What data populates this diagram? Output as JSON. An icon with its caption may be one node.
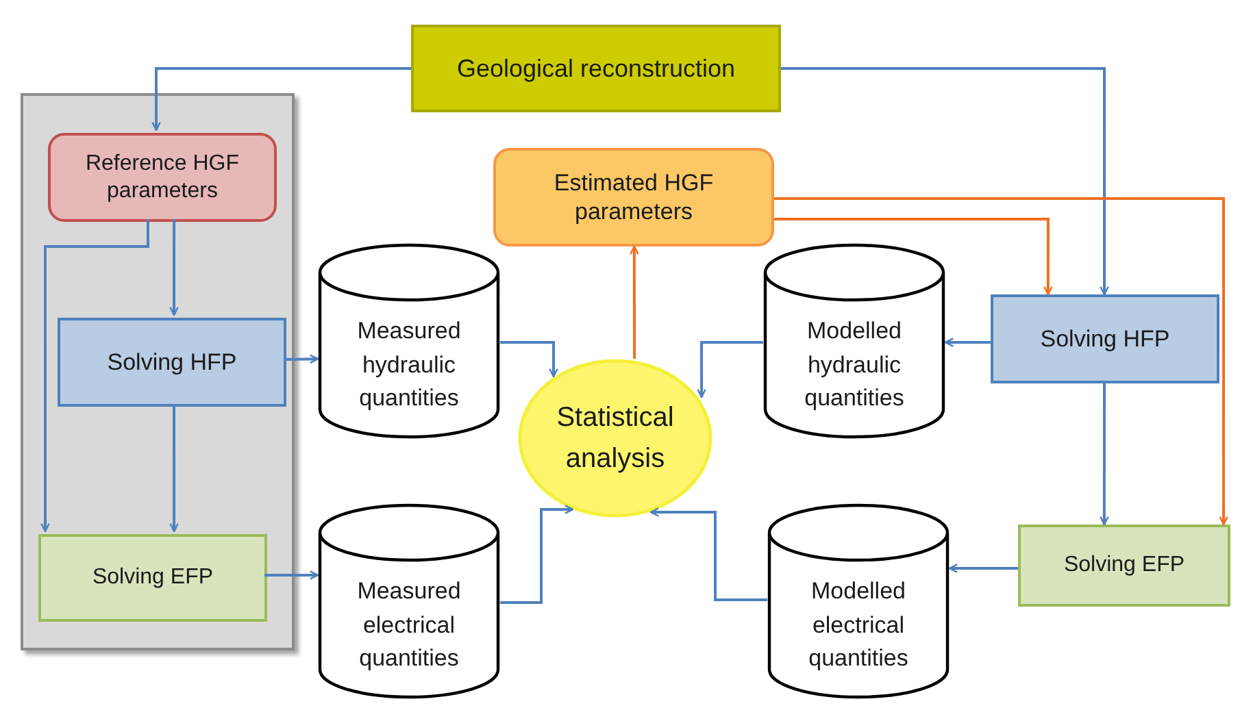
{
  "diagram": {
    "nodes": [
      {
        "text": [
          "Geological reconstruction"
        ]
      },
      {
        "text": [],
        "shape": "box"
      },
      {
        "text": [
          "Reference HGF parameters"
        ],
        "in": 1
      },
      {
        "text": [
          "Solving HFP"
        ],
        "in": 1
      },
      {
        "text": [
          "Solving EFP"
        ],
        "in": 1
      },
      {
        "text": [
          "Estimated  HGF parameters"
        ]
      },
      {
        "text": [
          "Measured hydraulic quantities"
        ]
      },
      {
        "text": [
          "Statistical analysis"
        ]
      },
      {
        "text": [
          "Modelled hydraulic quantities"
        ]
      },
      {
        "text": [
          "Solving HFP"
        ]
      },
      {
        "text": [
          "Measured electrical quantities"
        ]
      },
      {
        "text": [
          "Modelled electrical quantities"
        ]
      },
      {
        "text": [
          "Solving EFP"
        ]
      }
    ],
    "edges": [
      {
        "from": 0,
        "to": 2,
        "arrow": "to"
      },
      {
        "from": 0,
        "to": 9,
        "arrow": "to"
      },
      {
        "from": 2,
        "to": 3,
        "arrow": "to"
      },
      {
        "from": 2,
        "to": 4,
        "arrow": "to"
      },
      {
        "from": 3,
        "to": 4,
        "arrow": "to"
      },
      {
        "from": 3,
        "to": 6,
        "arrow": "to"
      },
      {
        "from": 4,
        "to": 10,
        "arrow": "to"
      },
      {
        "from": 6,
        "to": 7,
        "arrow": "to"
      },
      {
        "from": 10,
        "to": 7,
        "arrow": "to"
      },
      {
        "from": 7,
        "to": 5,
        "arrow": "to",
        "color": "#f07020"
      },
      {
        "from": 5,
        "to": 9,
        "arrow": "to",
        "color": "#f07020"
      },
      {
        "from": 5,
        "to": 12,
        "arrow": "to",
        "color": "#f07020"
      },
      {
        "from": 9,
        "to": 8,
        "arrow": "to"
      },
      {
        "from": 8,
        "to": 7,
        "arrow": "to"
      },
      {
        "from": 9,
        "to": 12,
        "arrow": "to"
      },
      {
        "from": 12,
        "to": 11,
        "arrow": "to"
      },
      {
        "from": 11,
        "to": 7,
        "arrow": "to"
      }
    ]
  }
}
